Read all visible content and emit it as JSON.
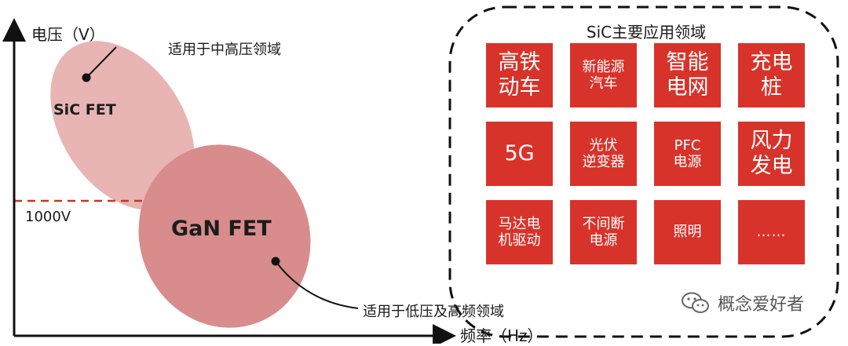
{
  "y_axis_label": "电压（V）",
  "x_axis_label": "频率（Hz）",
  "threshold_label": "1000V",
  "sic": {
    "label": "SiC FET",
    "note": "适用于中高压领域"
  },
  "gan": {
    "label": "GaN FET",
    "note": "适用于低压及高频领域"
  },
  "applications": {
    "title": "SiC主要应用领域",
    "tiles": [
      {
        "label": "高铁\n动车",
        "size": "large"
      },
      {
        "label": "新能源\n汽车",
        "size": "small"
      },
      {
        "label": "智能\n电网",
        "size": "large"
      },
      {
        "label": "充电\n桩",
        "size": "large"
      },
      {
        "label": "5G",
        "size": "large"
      },
      {
        "label": "光伏\n逆变器",
        "size": "small"
      },
      {
        "label": "PFC\n电源",
        "size": "small"
      },
      {
        "label": "风力\n发电",
        "size": "large"
      },
      {
        "label": "马达电\n机驱动",
        "size": "small"
      },
      {
        "label": "不间断\n电源",
        "size": "small"
      },
      {
        "label": "照明",
        "size": "small"
      },
      {
        "label": "……",
        "size": "dots"
      }
    ]
  },
  "watermark": {
    "text": "概念爱好者",
    "icon": "wechat-icon"
  },
  "colors": {
    "sic_ellipse": "#e8b4b4",
    "gan_ellipse": "#d98c8c",
    "tile": "#d8332a",
    "threshold_line": "#c0392b",
    "axis": "#111111"
  }
}
